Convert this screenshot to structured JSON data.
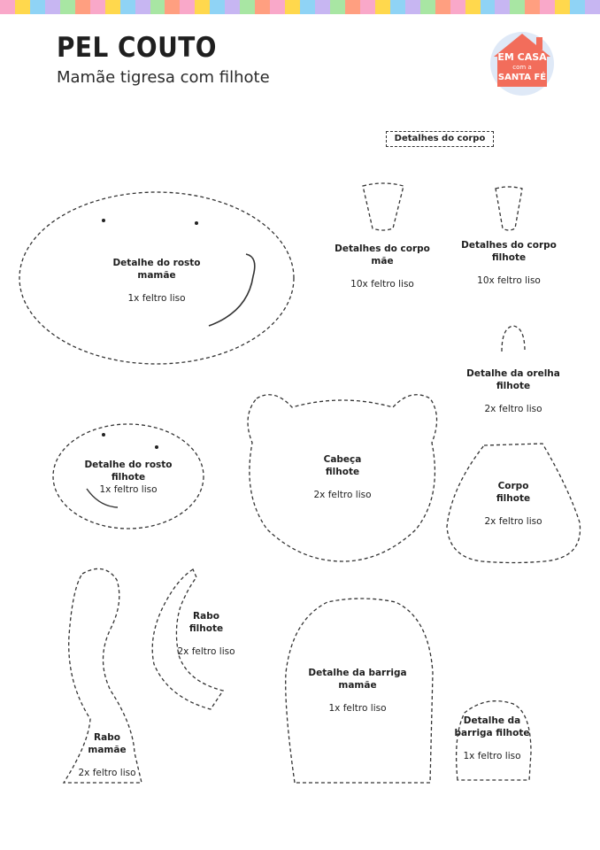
{
  "header": {
    "title": "PEL COUTO",
    "subtitle": "Mamãe tigresa com filhote",
    "stripe_colors": [
      "#f9a8c9",
      "#ffd84d",
      "#8fd3f5",
      "#c7b6f2",
      "#a8e6a3",
      "#ff9f80",
      "#f9a8c9",
      "#ffd84d",
      "#8fd3f5",
      "#c7b6f2",
      "#a8e6a3",
      "#ff9f80",
      "#f9a8c9",
      "#ffd84d",
      "#8fd3f5",
      "#c7b6f2",
      "#a8e6a3",
      "#ff9f80",
      "#f9a8c9",
      "#ffd84d",
      "#8fd3f5",
      "#c7b6f2",
      "#a8e6a3",
      "#ff9f80",
      "#f9a8c9",
      "#ffd84d",
      "#8fd3f5",
      "#c7b6f2",
      "#a8e6a3",
      "#ff9f80",
      "#f9a8c9",
      "#ffd84d",
      "#8fd3f5",
      "#c7b6f2",
      "#a8e6a3",
      "#ff9f80",
      "#f9a8c9",
      "#ffd84d",
      "#8fd3f5",
      "#c7b6f2"
    ]
  },
  "logo": {
    "line1": "EM CASA",
    "line2": "com a",
    "line3": "SANTA FÉ",
    "colors": {
      "house": "#f26d5b",
      "circle": "#dfe9f7"
    }
  },
  "pieces": {
    "body_details_box": "Detalhes do corpo",
    "face_mom": {
      "name": "Detalhe do rosto mamãe",
      "name_l1": "Detalhe do rosto",
      "name_l2": "mamãe",
      "qty": "1x feltro liso"
    },
    "body_detail_mom": {
      "name_l1": "Detalhes do corpo",
      "name_l2": "mãe",
      "qty": "10x feltro liso"
    },
    "body_detail_cub": {
      "name_l1": "Detalhes do corpo",
      "name_l2": "filhote",
      "qty": "10x feltro liso"
    },
    "ear_detail_cub": {
      "name_l1": "Detalhe da orelha",
      "name_l2": "filhote",
      "qty": "2x feltro liso"
    },
    "face_cub": {
      "name_l1": "Detalhe do rosto",
      "name_l2": "filhote",
      "qty": "1x feltro liso"
    },
    "head_cub": {
      "name_l1": "Cabeça",
      "name_l2": "filhote",
      "qty": "2x feltro liso"
    },
    "body_cub": {
      "name_l1": "Corpo",
      "name_l2": "filhote",
      "qty": "2x feltro liso"
    },
    "tail_cub": {
      "name_l1": "Rabo",
      "name_l2": "filhote",
      "qty": "2x feltro liso"
    },
    "tail_mom": {
      "name_l1": "Rabo",
      "name_l2": "mamãe",
      "qty": "2x feltro liso"
    },
    "belly_mom": {
      "name_l1": "Detalhe da barriga",
      "name_l2": "mamãe",
      "qty": "1x feltro liso"
    },
    "belly_cub": {
      "name_l1": "Detalhe da",
      "name_l2": "barriga filhote",
      "qty": "1x feltro liso"
    }
  }
}
